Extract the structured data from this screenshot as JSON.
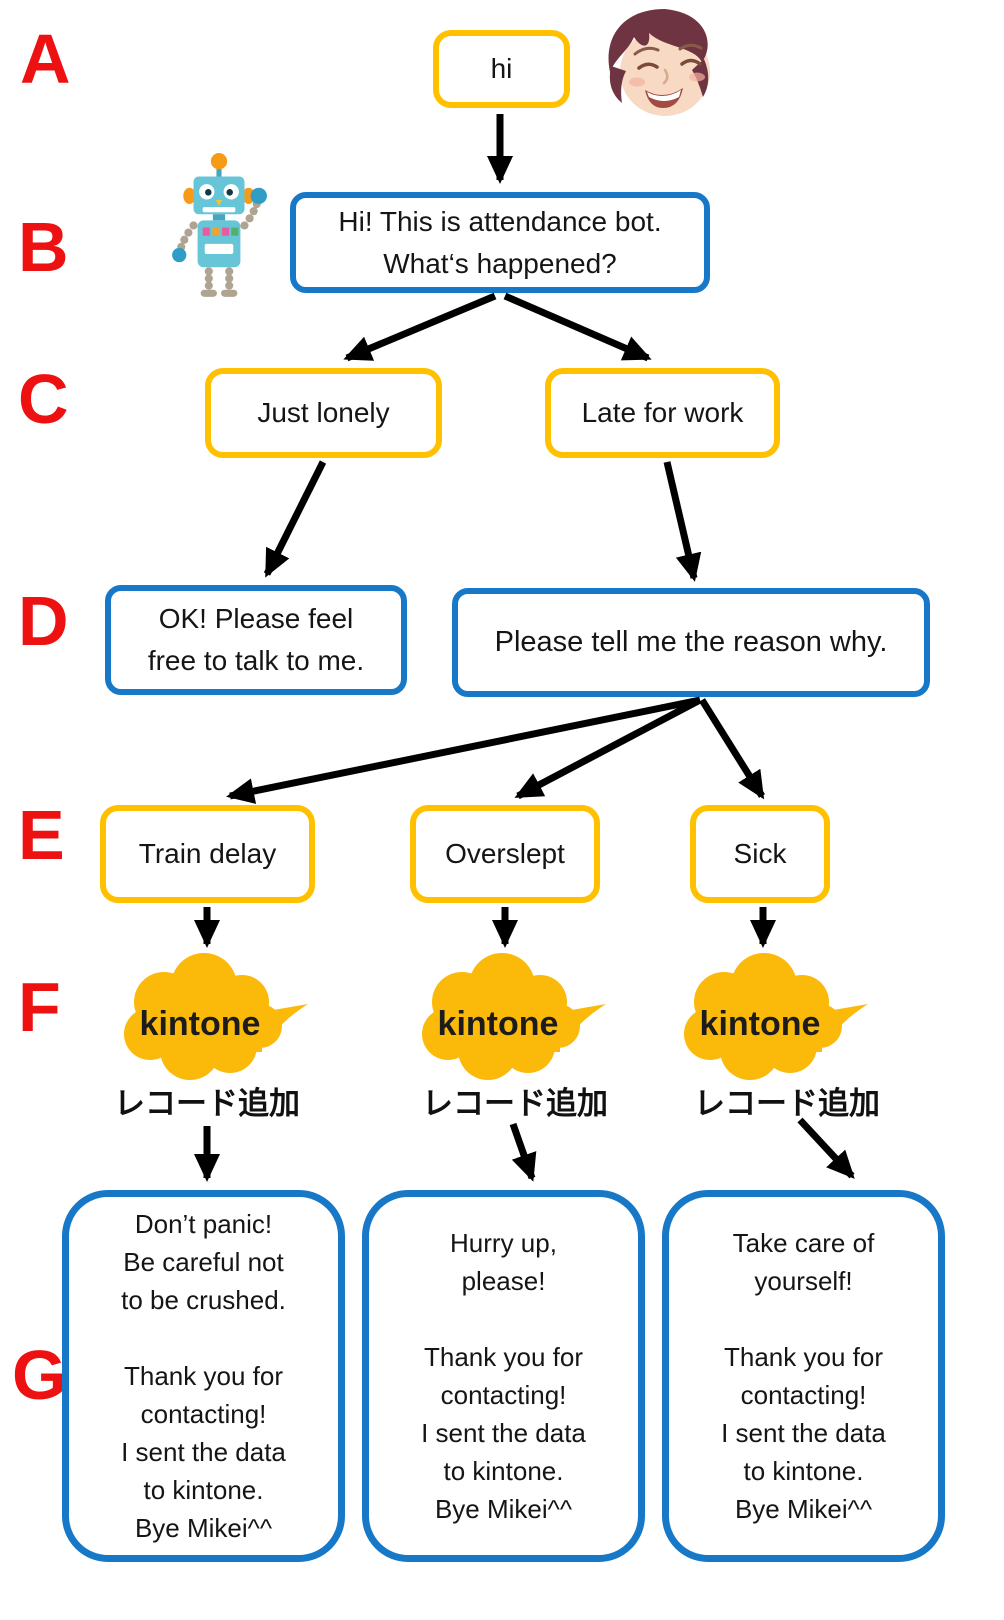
{
  "colors": {
    "user_box_border": "#FFC000",
    "bot_box_border": "#1778C8",
    "row_label": "#EE1111",
    "kintone_cloud": "#FBB90A",
    "arrow": "#000000"
  },
  "row_labels": {
    "a": "A",
    "b": "B",
    "c": "C",
    "d": "D",
    "e": "E",
    "f": "F",
    "g": "G"
  },
  "nodes": {
    "user_hi": "hi",
    "bot_greeting_line1": "Hi! This is attendance bot.",
    "bot_greeting_line2": "What‘s happened?",
    "option_just_lonely": "Just lonely",
    "option_late_for_work": "Late for work",
    "bot_ok_line1": "OK! Please feel",
    "bot_ok_line2": "free to talk to me.",
    "bot_reason": "Please tell me the reason why.",
    "option_train_delay": "Train delay",
    "option_overslept": "Overslept",
    "option_sick": "Sick"
  },
  "kintone": {
    "logo_text": "kintone",
    "record_add": "レコード追加"
  },
  "final_messages": [
    {
      "lines": [
        "Don’t panic!",
        "Be careful not",
        "to be crushed.",
        "",
        "Thank you for",
        "contacting!",
        "I sent the data",
        "to kintone.",
        "Bye Mikei^^"
      ]
    },
    {
      "lines": [
        "Hurry up,",
        "please!",
        "",
        "Thank you for",
        "contacting!",
        "I sent the data",
        "to kintone.",
        "Bye Mikei^^"
      ]
    },
    {
      "lines": [
        "Take care of",
        "yourself!",
        "",
        "Thank you for",
        "contacting!",
        "I sent the data",
        "to kintone.",
        "Bye Mikei^^"
      ]
    }
  ],
  "icons": {
    "avatar": "winking-person-avatar",
    "robot": "robot-icon",
    "kintone": "kintone-cloud-logo"
  },
  "edges": [
    {
      "from": "user-hi",
      "to": "bot-greeting"
    },
    {
      "from": "bot-greeting",
      "to": "just-lonely"
    },
    {
      "from": "bot-greeting",
      "to": "late-for-work"
    },
    {
      "from": "just-lonely",
      "to": "ok-feel-free"
    },
    {
      "from": "late-for-work",
      "to": "tell-reason"
    },
    {
      "from": "tell-reason",
      "to": "train-delay"
    },
    {
      "from": "tell-reason",
      "to": "overslept"
    },
    {
      "from": "tell-reason",
      "to": "sick"
    },
    {
      "from": "train-delay",
      "to": "kintone-record-add-1"
    },
    {
      "from": "overslept",
      "to": "kintone-record-add-2"
    },
    {
      "from": "sick",
      "to": "kintone-record-add-3"
    },
    {
      "from": "kintone-record-add-1",
      "to": "final-message-1"
    },
    {
      "from": "kintone-record-add-2",
      "to": "final-message-2"
    },
    {
      "from": "kintone-record-add-3",
      "to": "final-message-3"
    }
  ]
}
